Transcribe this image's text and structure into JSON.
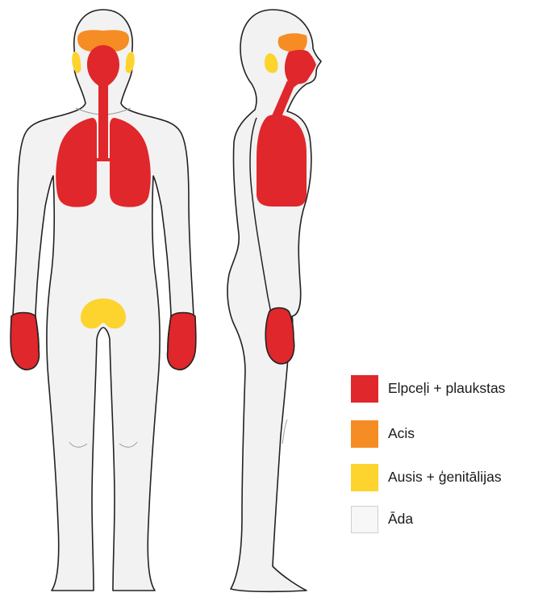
{
  "legend": {
    "items": [
      {
        "key": "airways_palms",
        "label": "Elpceļi + plaukstas",
        "color": "#e0272b"
      },
      {
        "key": "eyes",
        "label": "Acis",
        "color": "#f68d24"
      },
      {
        "key": "ears_genitals",
        "label": "Ausis + ģenitālijas",
        "color": "#fdd32e"
      },
      {
        "key": "skin",
        "label": "Āda",
        "color": "#f7f7f7"
      }
    ]
  },
  "colors": {
    "outline": "#222222",
    "skin": "#f2f2f2",
    "red": "#e0272b",
    "orange": "#f68d24",
    "yellow": "#fdd32e"
  },
  "figures": [
    {
      "name": "front-view"
    },
    {
      "name": "side-view"
    }
  ]
}
